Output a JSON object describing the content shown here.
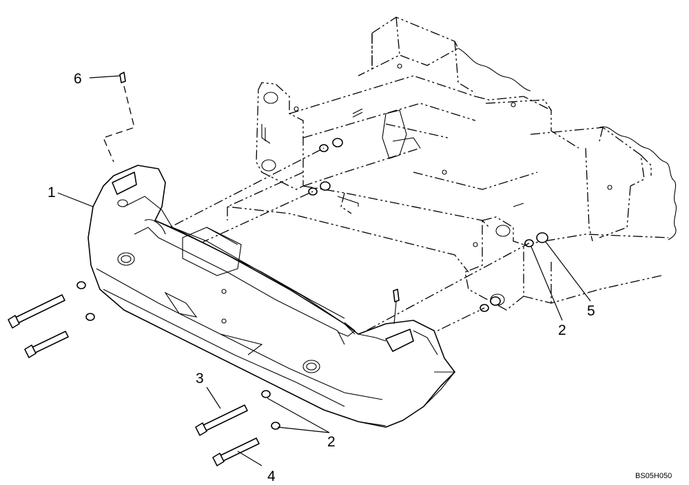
{
  "callouts": {
    "c1": "1",
    "c2a": "2",
    "c2b": "2",
    "c3": "3",
    "c4": "4",
    "c5": "5",
    "c6": "6"
  },
  "drawing_code": "BS05H050"
}
